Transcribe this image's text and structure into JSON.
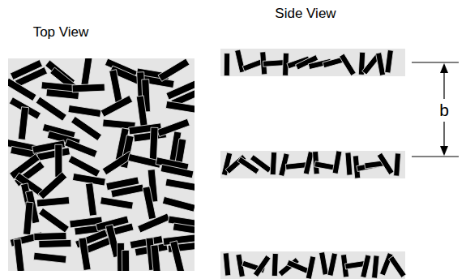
{
  "diagram": {
    "labels": [
      "Top View",
      "Side View",
      "b"
    ]
  }
}
